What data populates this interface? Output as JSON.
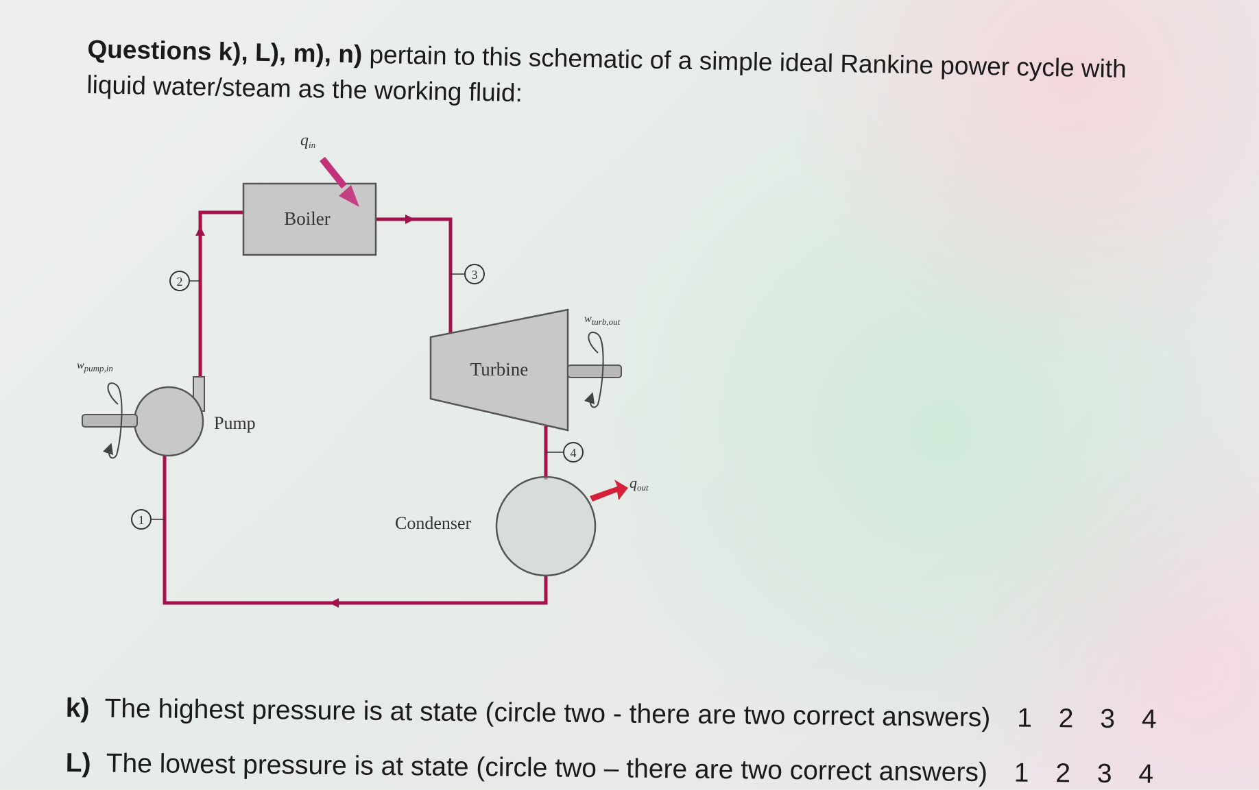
{
  "intro": {
    "lead": "Questions k), L), m), n)",
    "rest": "pertain to this schematic of a simple ideal Rankine power cycle with liquid water/steam as the working fluid:"
  },
  "diagram": {
    "boiler": "Boiler",
    "turbine": "Turbine",
    "pump": "Pump",
    "condenser": "Condenser",
    "q_in": {
      "main": "q",
      "sub": "in"
    },
    "q_out": {
      "main": "q",
      "sub": "out"
    },
    "w_pump": {
      "main": "w",
      "sub": "pump,in"
    },
    "w_turb": {
      "main": "w",
      "sub": "turb,out"
    },
    "states": [
      "1",
      "2",
      "3",
      "4"
    ]
  },
  "questions": [
    {
      "label": "k)",
      "text": "The highest pressure is at state (circle two - there are two correct answers)",
      "options": [
        "1",
        "2",
        "3",
        "4"
      ]
    },
    {
      "label": "L)",
      "text": "The lowest pressure is at state (circle two – there are two correct answers)",
      "options": [
        "1",
        "2",
        "3",
        "4"
      ]
    }
  ],
  "colors": {
    "pipe": "#a4114b",
    "arrow_in": "#c2317a",
    "arrow_out": "#d6203a",
    "equipment": "#c8c8c8"
  }
}
